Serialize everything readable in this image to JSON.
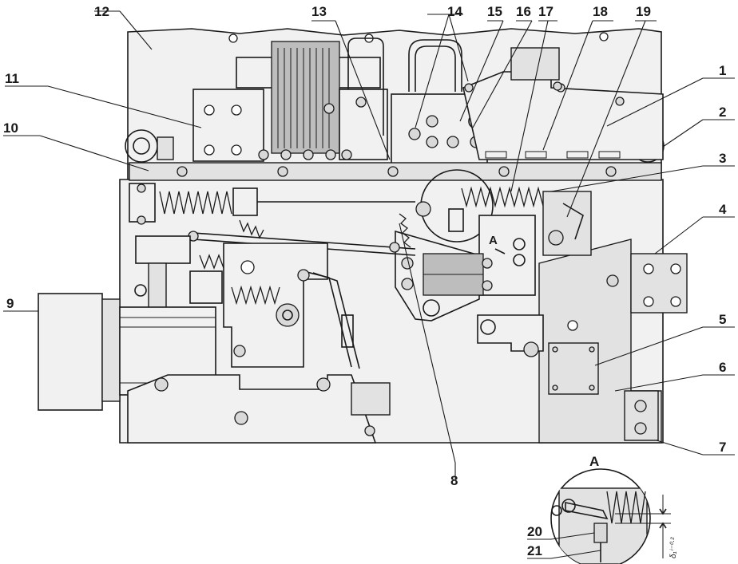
{
  "diagram": {
    "callouts": [
      {
        "id": "c1",
        "text": "1"
      },
      {
        "id": "c2",
        "text": "2"
      },
      {
        "id": "c3",
        "text": "3"
      },
      {
        "id": "c4",
        "text": "4"
      },
      {
        "id": "c5",
        "text": "5"
      },
      {
        "id": "c6",
        "text": "6"
      },
      {
        "id": "c7",
        "text": "7"
      },
      {
        "id": "c8",
        "text": "8"
      },
      {
        "id": "c9",
        "text": "9"
      },
      {
        "id": "c10",
        "text": "10"
      },
      {
        "id": "c11",
        "text": "11"
      },
      {
        "id": "c12",
        "text": "12"
      },
      {
        "id": "c13",
        "text": "13"
      },
      {
        "id": "c14",
        "text": "14"
      },
      {
        "id": "c15",
        "text": "15"
      },
      {
        "id": "c16",
        "text": "16"
      },
      {
        "id": "c17",
        "text": "17"
      },
      {
        "id": "c18",
        "text": "18"
      },
      {
        "id": "c19",
        "text": "19"
      },
      {
        "id": "c20",
        "text": "20"
      },
      {
        "id": "c21",
        "text": "21"
      }
    ],
    "view_marker": "A",
    "detail_view_title": "A",
    "detail_dimension": "δ₁ⁱ⁻⁰·²"
  }
}
